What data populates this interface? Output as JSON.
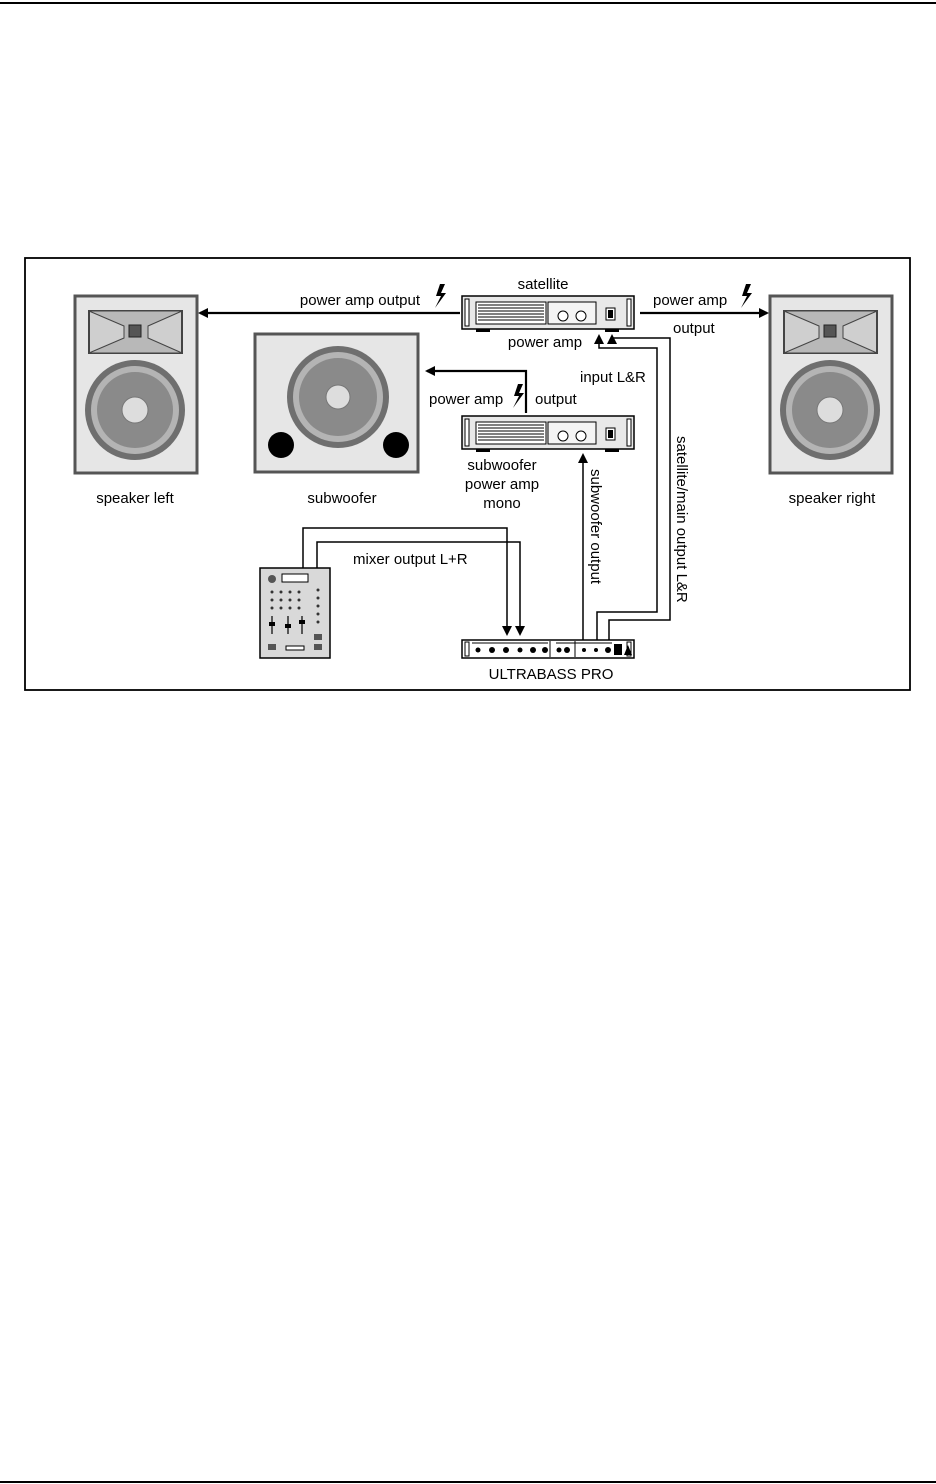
{
  "labels": {
    "speaker_left": "speaker left",
    "subwoofer": "subwoofer",
    "speaker_right": "speaker right",
    "satellite_top": "satellite",
    "satellite_bottom": "power amp",
    "power_amp_output_left": "power amp output",
    "power_amp_right_1": "power amp",
    "power_amp_right_2": "output",
    "sub_amp_output_1": "power amp",
    "sub_amp_output_2": "output",
    "sub_amp_line1": "subwoofer",
    "sub_amp_line2": "power amp",
    "sub_amp_line3": "mono",
    "input_lr": "input L&R",
    "subwoofer_output": "subwoofer output",
    "satellite_main_output": "satellite/main output L&R",
    "mixer_output": "mixer output L+R",
    "ultrabass": "ULTRABASS PRO"
  },
  "colors": {
    "line": "#000000",
    "cabinet_fill": "#e6e6e6",
    "cabinet_stroke": "#555555",
    "cone_outer": "#6f6f6f",
    "cone_ring": "#b4b4b4",
    "cone_inner": "#8a8a8a",
    "dust_cap": "#dddddd",
    "horn_fill": "#cfcfcf",
    "amp_fill": "#e8e8e8"
  },
  "icons": {
    "power": "lightning-bolt-icon",
    "arrow": "arrowhead"
  }
}
